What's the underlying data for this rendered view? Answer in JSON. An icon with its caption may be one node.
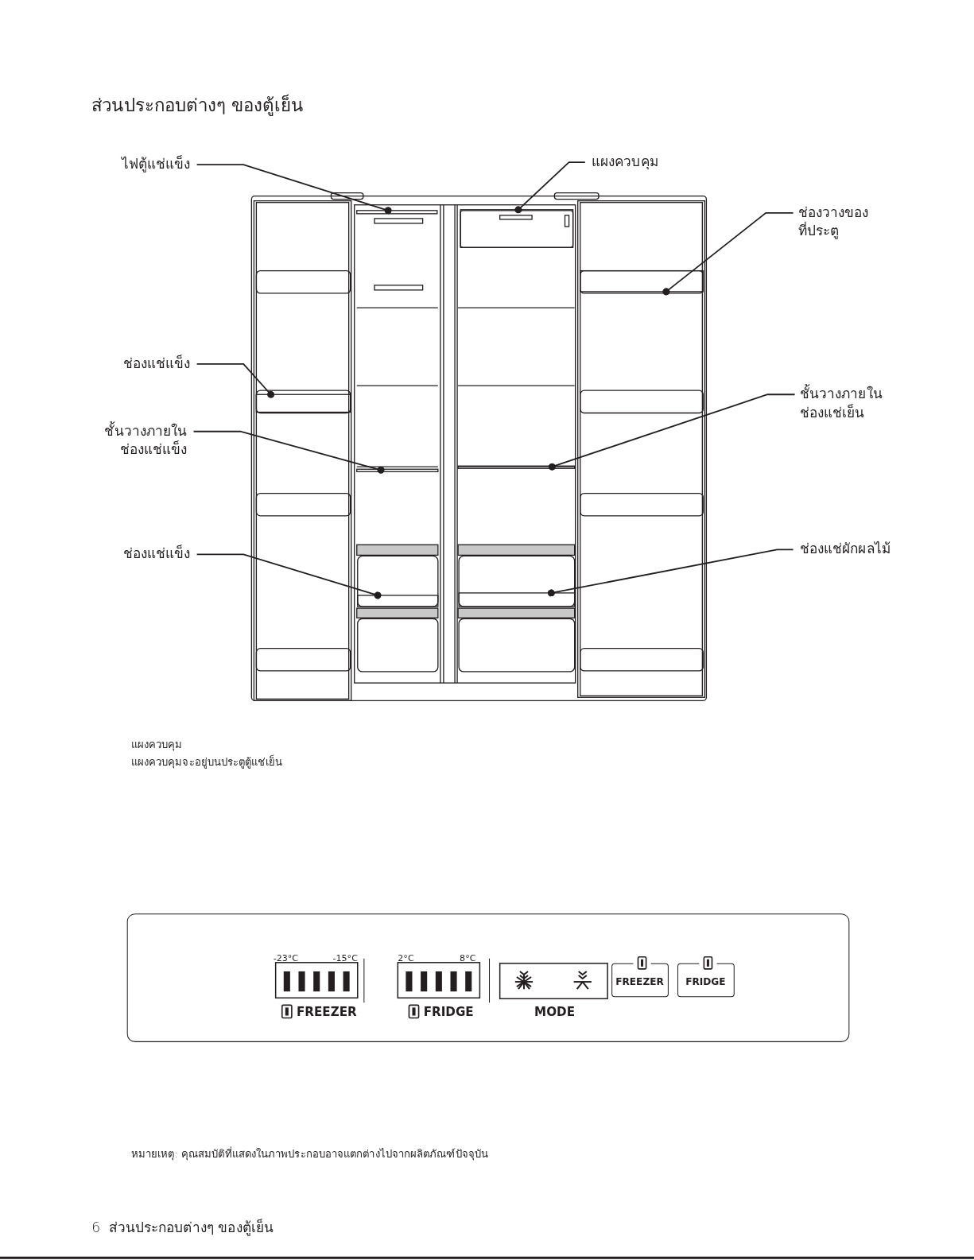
{
  "diagram": {
    "title": "ส่วนประกอบต่างๆ ของตู้เย็น",
    "nodes": [
      {
        "text": [
          "ไฟตู้แช่แข็ง"
        ]
      },
      {
        "text": [
          "แผงควบคุม"
        ]
      },
      {
        "text": [
          "ช่องวางของ ที่ประตู"
        ]
      },
      {
        "text": [
          "ช่องแช่แข็ง"
        ]
      },
      {
        "text": [
          "ชั้นวางภายใน ช่องแช่เย็น"
        ]
      },
      {
        "text": [
          "ชั้นวางภายใน ช่องแช่แข็ง"
        ]
      },
      {
        "text": [
          "ช่องแช่ผักผลไม้"
        ]
      },
      {
        "text": [
          "ช่องแช่แข็ง"
        ]
      },
      {
        "text": [],
        "shape": "bar"
      },
      {
        "text": [],
        "shape": "box"
      },
      {
        "text": [],
        "shape": "box"
      },
      {
        "text": [],
        "shape": "box"
      },
      {
        "text": [],
        "shape": "bar"
      },
      {
        "text": [],
        "shape": "bar"
      },
      {
        "text": [],
        "shape": "box"
      },
      {
        "text": [],
        "shape": "box"
      },
      {
        "text": [],
        "shape": "box"
      },
      {
        "text": [
          "FREEZER"
        ],
        "in": 16
      },
      {
        "text": [
          "FRIDGE"
        ],
        "in": 16
      },
      {
        "text": [],
        "shape": "box",
        "in": 16
      }
    ],
    "edges": [
      {
        "from": 0,
        "to": 8,
        "arrow": "other"
      },
      {
        "from": 1,
        "to": 9,
        "arrow": "other"
      },
      {
        "from": 2,
        "to": 10,
        "arrow": "other"
      },
      {
        "from": 3,
        "to": 11,
        "arrow": "other"
      },
      {
        "from": 5,
        "to": 12,
        "arrow": "other"
      },
      {
        "from": 4,
        "to": 13,
        "arrow": "other"
      },
      {
        "from": 7,
        "to": 14,
        "arrow": "other"
      },
      {
        "from": 6,
        "to": 15,
        "arrow": "other"
      }
    ],
    "labels": [
      "แผงควบคุม",
      "แผงควบคุมจะอยู่บนประตูตู้แช่เย็น",
      "-23°C",
      "-15°C",
      "2°C",
      "8°C",
      "FREEZER",
      "FRIDGE",
      "MODE",
      "หมายเหตุ: คุณสมบัติที่แสดงในภาพประกอบอาจแตกต่างไปจากผลิตภัณฑ์ปัจจุบัน",
      "6",
      "ส่วนประกอบต่างๆ ของตู้เย็น"
    ]
  }
}
